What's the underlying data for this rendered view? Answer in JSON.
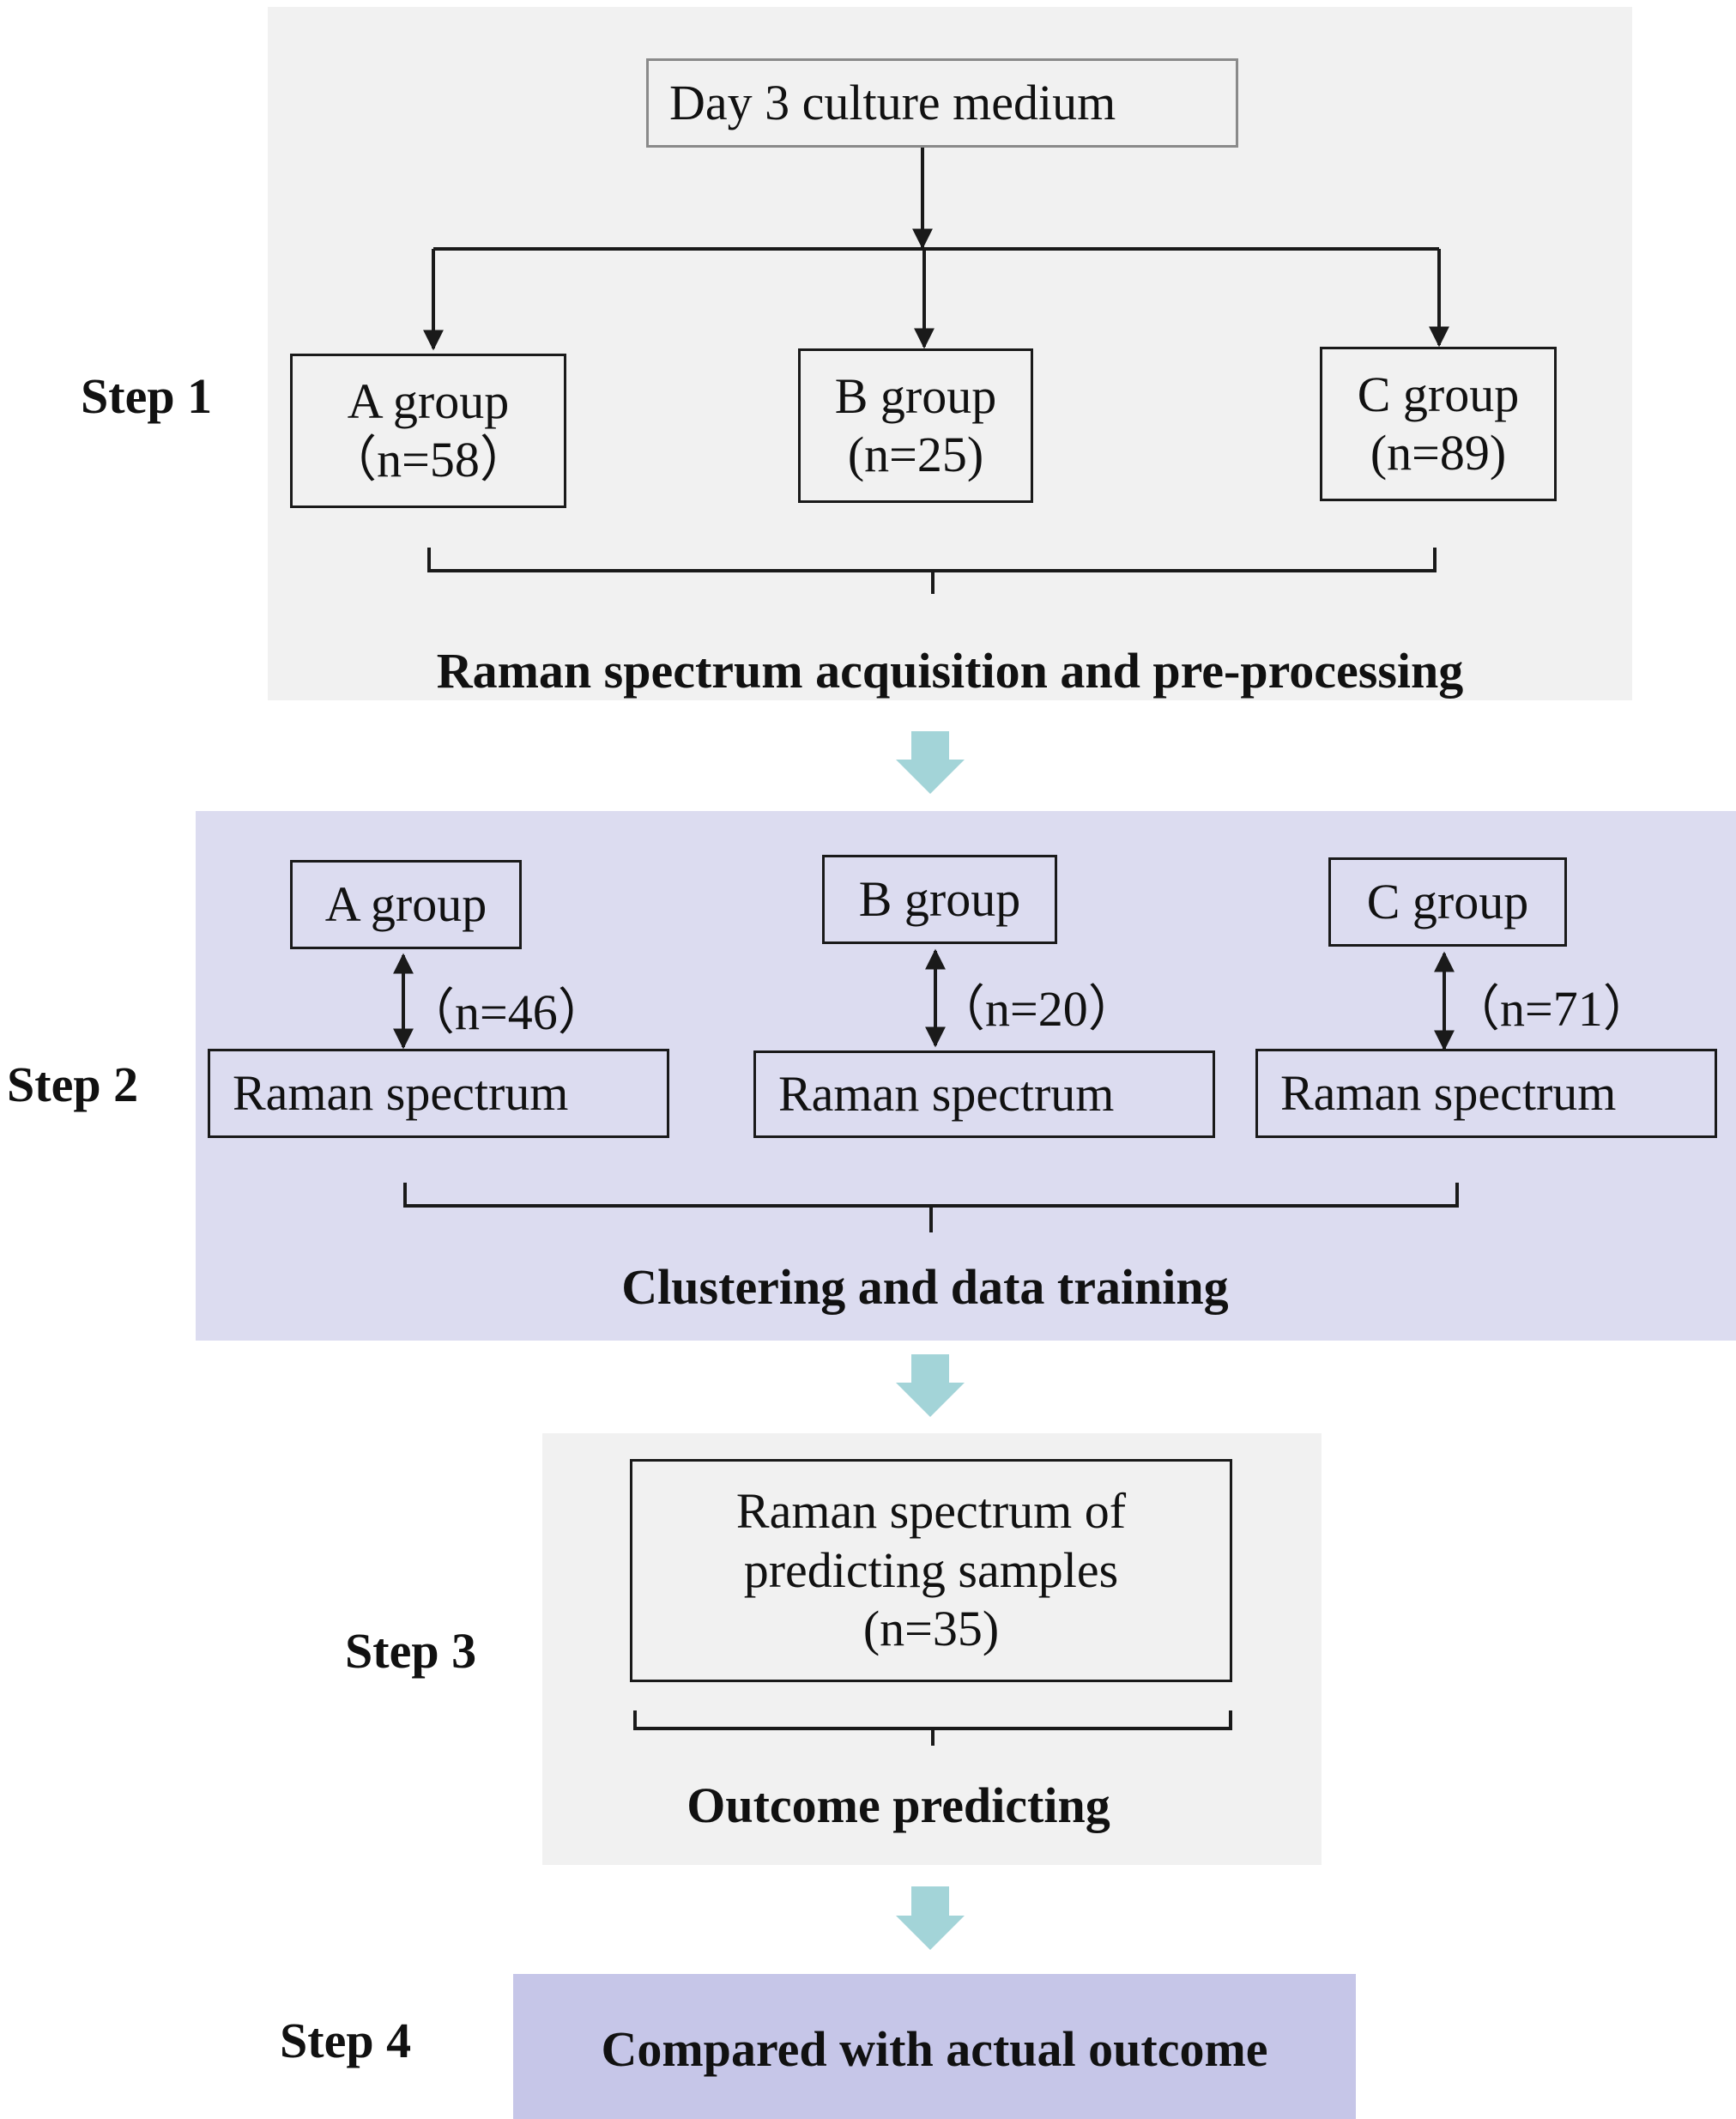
{
  "colors": {
    "panel1_bg": "#f1f1f1",
    "panel2_bg": "#dcdcf0",
    "panel3_bg": "#f1f1f1",
    "panel4_bg": "#c6c6e8",
    "arrow_flow": "#a3d4d8",
    "line": "#1a1a1a"
  },
  "step1": {
    "label": "Step 1",
    "top_box": "Day 3 culture medium",
    "groups": [
      {
        "name": "A group",
        "n": "（n=58）"
      },
      {
        "name": "B group",
        "n": "(n=25)"
      },
      {
        "name": "C group",
        "n": "(n=89)"
      }
    ],
    "caption": "Raman spectrum acquisition and pre-processing"
  },
  "step2": {
    "label": "Step 2",
    "groups": [
      {
        "name": "A group",
        "n": "（n=46）",
        "spectrum": "Raman spectrum"
      },
      {
        "name": "B group",
        "n": "（n=20）",
        "spectrum": "Raman spectrum"
      },
      {
        "name": "C group",
        "n": "（n=71）",
        "spectrum": "Raman spectrum"
      }
    ],
    "caption": "Clustering and data training"
  },
  "step3": {
    "label": "Step 3",
    "box_line1": "Raman spectrum of",
    "box_line2": "predicting samples",
    "box_line3": "(n=35)",
    "caption": "Outcome predicting"
  },
  "step4": {
    "label": "Step 4",
    "caption": "Compared with actual outcome"
  }
}
